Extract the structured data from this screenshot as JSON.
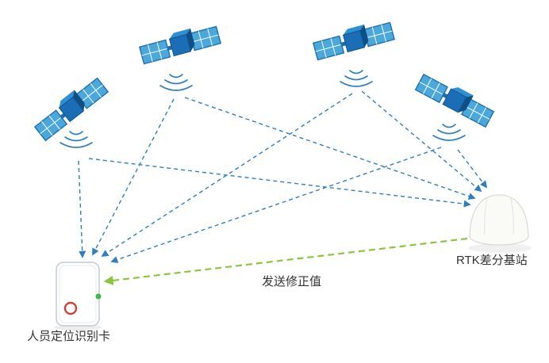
{
  "diagram": {
    "labels": {
      "card": "人员定位识别卡",
      "base_station": "RTK差分基站",
      "correction_arrow": "发送修正值"
    },
    "colors": {
      "signal_arrow_blue": "#2d7fc1",
      "correction_arrow_green": "#8cc63e",
      "satellite_panel_blue": "#4aa8dc",
      "satellite_body_blue": "#1b6db5",
      "card_logo_red": "#d43f35",
      "card_led_green": "#43b64a"
    },
    "icons": {
      "satellite_count": 4,
      "signal_wave_count": 4,
      "receiver_card": "positioning-card-icon",
      "base_station": "rtk-base-station-icon"
    },
    "connections": {
      "satellite_signals": 8,
      "correction_links": 1,
      "style": "dashed-arrows"
    }
  }
}
